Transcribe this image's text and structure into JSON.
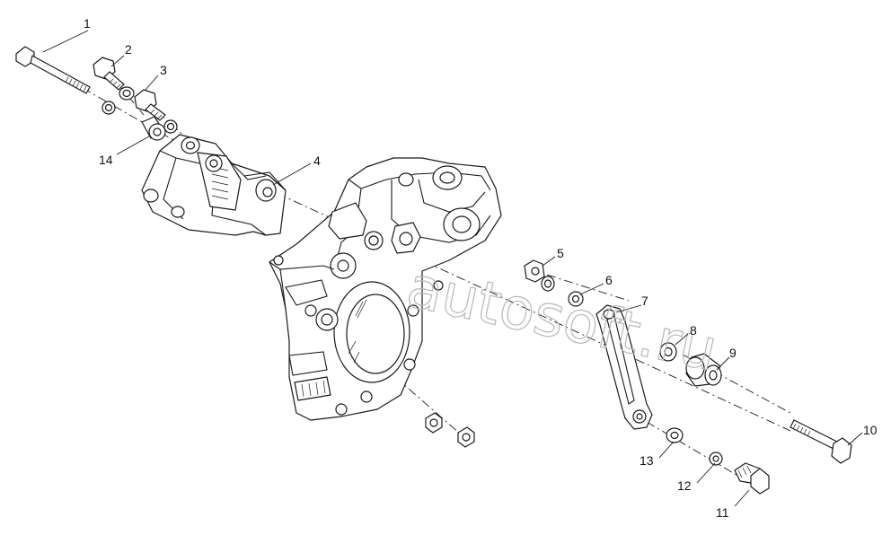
{
  "watermark": "autosoft.ru",
  "callouts": [
    {
      "id": "1",
      "label": "1"
    },
    {
      "id": "2",
      "label": "2"
    },
    {
      "id": "3",
      "label": "3"
    },
    {
      "id": "4",
      "label": "4"
    },
    {
      "id": "5",
      "label": "5"
    },
    {
      "id": "6",
      "label": "6"
    },
    {
      "id": "7",
      "label": "7"
    },
    {
      "id": "8",
      "label": "8"
    },
    {
      "id": "9",
      "label": "9"
    },
    {
      "id": "10",
      "label": "10"
    },
    {
      "id": "11",
      "label": "11"
    },
    {
      "id": "12",
      "label": "12"
    },
    {
      "id": "13",
      "label": "13"
    },
    {
      "id": "14",
      "label": "14"
    }
  ]
}
